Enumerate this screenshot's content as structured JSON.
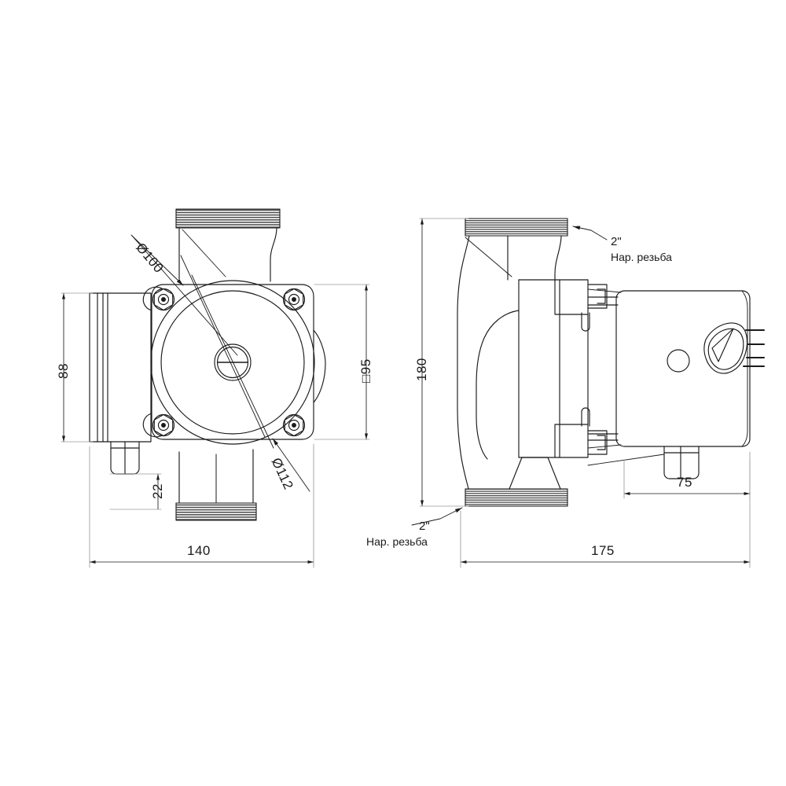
{
  "drawing": {
    "title": "Circulation pump dimensional drawing",
    "units": "mm",
    "line_color": "#1a1a1a",
    "thread_hatch_color": "#555555",
    "background": "#ffffff"
  },
  "views": {
    "front": {
      "name": "front-view",
      "description": "Front elevation of circulation pump with bolt flange, central rotor cap and two threaded pipe ports"
    },
    "side": {
      "name": "side-view",
      "description": "Side elevation of circulation pump with motor housing, terminal box and selector knob"
    }
  },
  "dimensions": {
    "front": [
      {
        "id": "d-88",
        "value": "88",
        "orientation": "vertical",
        "view": "front"
      },
      {
        "id": "d-95",
        "value": "□95",
        "orientation": "vertical",
        "view": "front"
      },
      {
        "id": "d-22",
        "value": "22",
        "orientation": "vertical",
        "view": "front"
      },
      {
        "id": "d-140",
        "value": "140",
        "orientation": "horizontal",
        "view": "front"
      },
      {
        "id": "d-100",
        "value": "Ø100",
        "orientation": "diagonal",
        "view": "front"
      },
      {
        "id": "d-112",
        "value": "Ø112",
        "orientation": "diagonal",
        "view": "front"
      }
    ],
    "side": [
      {
        "id": "d-180",
        "value": "180",
        "orientation": "vertical",
        "view": "side"
      },
      {
        "id": "d-175",
        "value": "175",
        "orientation": "horizontal",
        "view": "side"
      },
      {
        "id": "d-75",
        "value": "75",
        "orientation": "horizontal",
        "view": "side"
      }
    ]
  },
  "annotations": [
    {
      "id": "note-top",
      "size": "2\"",
      "text": "Нар. резьба",
      "target": "top-threaded-port"
    },
    {
      "id": "note-bottom",
      "size": "2\"",
      "text": "Нар. резьба",
      "target": "bottom-threaded-port"
    }
  ],
  "controls": {
    "knob": {
      "name": "speed-selector-knob",
      "marks": 3
    },
    "indicator": {
      "name": "indicator-led"
    }
  }
}
